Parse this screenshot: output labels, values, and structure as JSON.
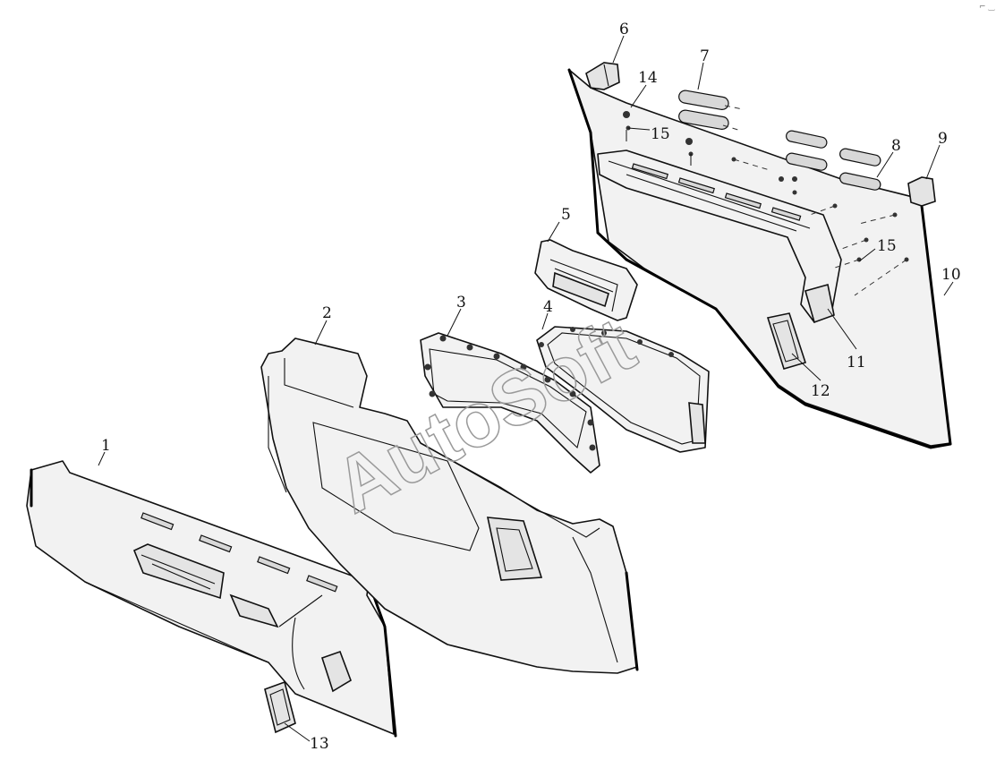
{
  "diagram": {
    "watermark": "AutoSoft",
    "corner_mark": "⌐ ‿",
    "callouts": [
      {
        "id": "part-1",
        "label": "1"
      },
      {
        "id": "part-2",
        "label": "2"
      },
      {
        "id": "part-3",
        "label": "3"
      },
      {
        "id": "part-4",
        "label": "4"
      },
      {
        "id": "part-5",
        "label": "5"
      },
      {
        "id": "part-6",
        "label": "6"
      },
      {
        "id": "part-7",
        "label": "7"
      },
      {
        "id": "part-8",
        "label": "8"
      },
      {
        "id": "part-9",
        "label": "9"
      },
      {
        "id": "part-10",
        "label": "10"
      },
      {
        "id": "part-11",
        "label": "11"
      },
      {
        "id": "part-12",
        "label": "12"
      },
      {
        "id": "part-13",
        "label": "13"
      },
      {
        "id": "part-14",
        "label": "14"
      },
      {
        "id": "part-15a",
        "label": "15"
      },
      {
        "id": "part-15b",
        "label": "15"
      }
    ]
  }
}
